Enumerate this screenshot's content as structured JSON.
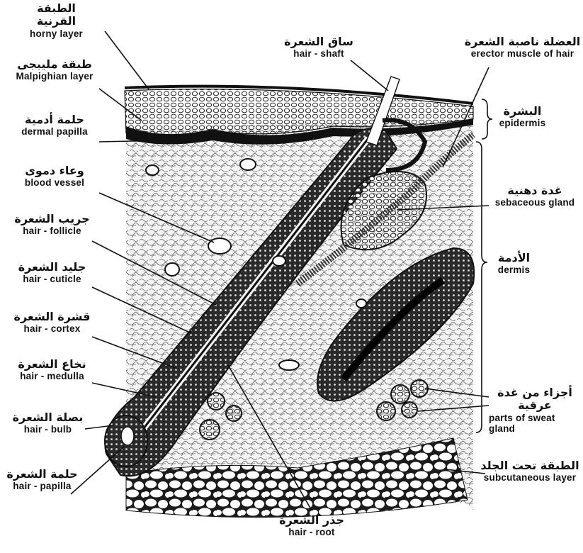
{
  "labels": {
    "horny_layer": {
      "ar": "الطبقة القرنية",
      "en": "horny layer"
    },
    "malpighian_layer": {
      "ar": "طبقة مليبجى",
      "en": "Malpighian layer"
    },
    "dermal_papilla": {
      "ar": "حلمة أدمية",
      "en": "dermal papilla"
    },
    "blood_vessel": {
      "ar": "وعاء دموى",
      "en": "blood vessel"
    },
    "hair_follicle": {
      "ar": "جريب الشعرة",
      "en": "hair - follicle"
    },
    "hair_cuticle": {
      "ar": "جليد الشعرة",
      "en": "hair - cuticle"
    },
    "hair_cortex": {
      "ar": "قشرة الشعرة",
      "en": "hair - cortex"
    },
    "hair_medulla": {
      "ar": "نخاع الشعرة",
      "en": "hair - medulla"
    },
    "hair_bulb": {
      "ar": "بصلة الشعرة",
      "en": "hair - bulb"
    },
    "hair_papilla": {
      "ar": "حلمة الشعرة",
      "en": "hair - papilla"
    },
    "hair_shaft": {
      "ar": "ساق الشعرة",
      "en": "hair - shaft"
    },
    "erector_muscle": {
      "ar": "العضلة ناصبة الشعرة",
      "en": "erector muscle of hair"
    },
    "epidermis": {
      "ar": "البشرة",
      "en": "epidermis"
    },
    "sebaceous_gland": {
      "ar": "غدة دهنية",
      "en": "sebaceous gland"
    },
    "dermis": {
      "ar": "الأدمة",
      "en": "dermis"
    },
    "sweat_gland": {
      "ar": "أجزاء من غدة عرقية",
      "en": "parts of sweat gland"
    },
    "subcutaneous_layer": {
      "ar": "الطبقة تحت الجلد",
      "en": "subcutaneous layer"
    },
    "hair_root": {
      "ar": "جذر الشعرة",
      "en": "hair - root"
    }
  }
}
